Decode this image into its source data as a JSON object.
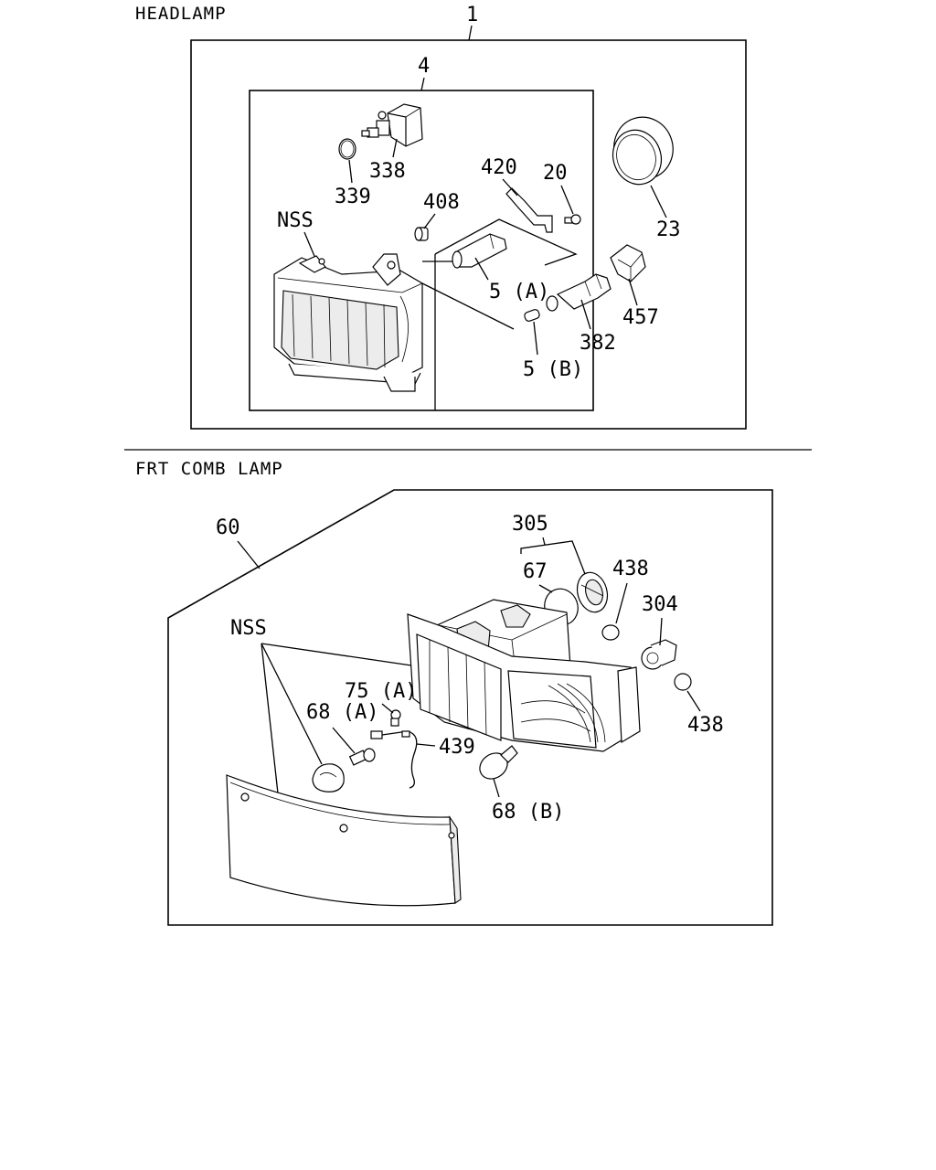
{
  "sections": {
    "headlamp": {
      "title": "HEADLAMP"
    },
    "front_combination_lamp": {
      "title": "FRT COMB LAMP"
    }
  },
  "headlamp_callouts": {
    "c1": "1",
    "c4": "4",
    "c338": "338",
    "c339": "339",
    "c420": "420",
    "c20": "20",
    "c408": "408",
    "nss": "NSS",
    "c23": "23",
    "c5a": "5 (A)",
    "c457": "457",
    "c382": "382",
    "c5b": "5 (B)"
  },
  "comb_lamp_callouts": {
    "c60": "60",
    "c305": "305",
    "c67": "67",
    "c438_top": "438",
    "c304": "304",
    "nss": "NSS",
    "c75a": "75 (A)",
    "c68a": "68 (A)",
    "c439": "439",
    "c438_bottom": "438",
    "c68b": "68 (B)"
  }
}
